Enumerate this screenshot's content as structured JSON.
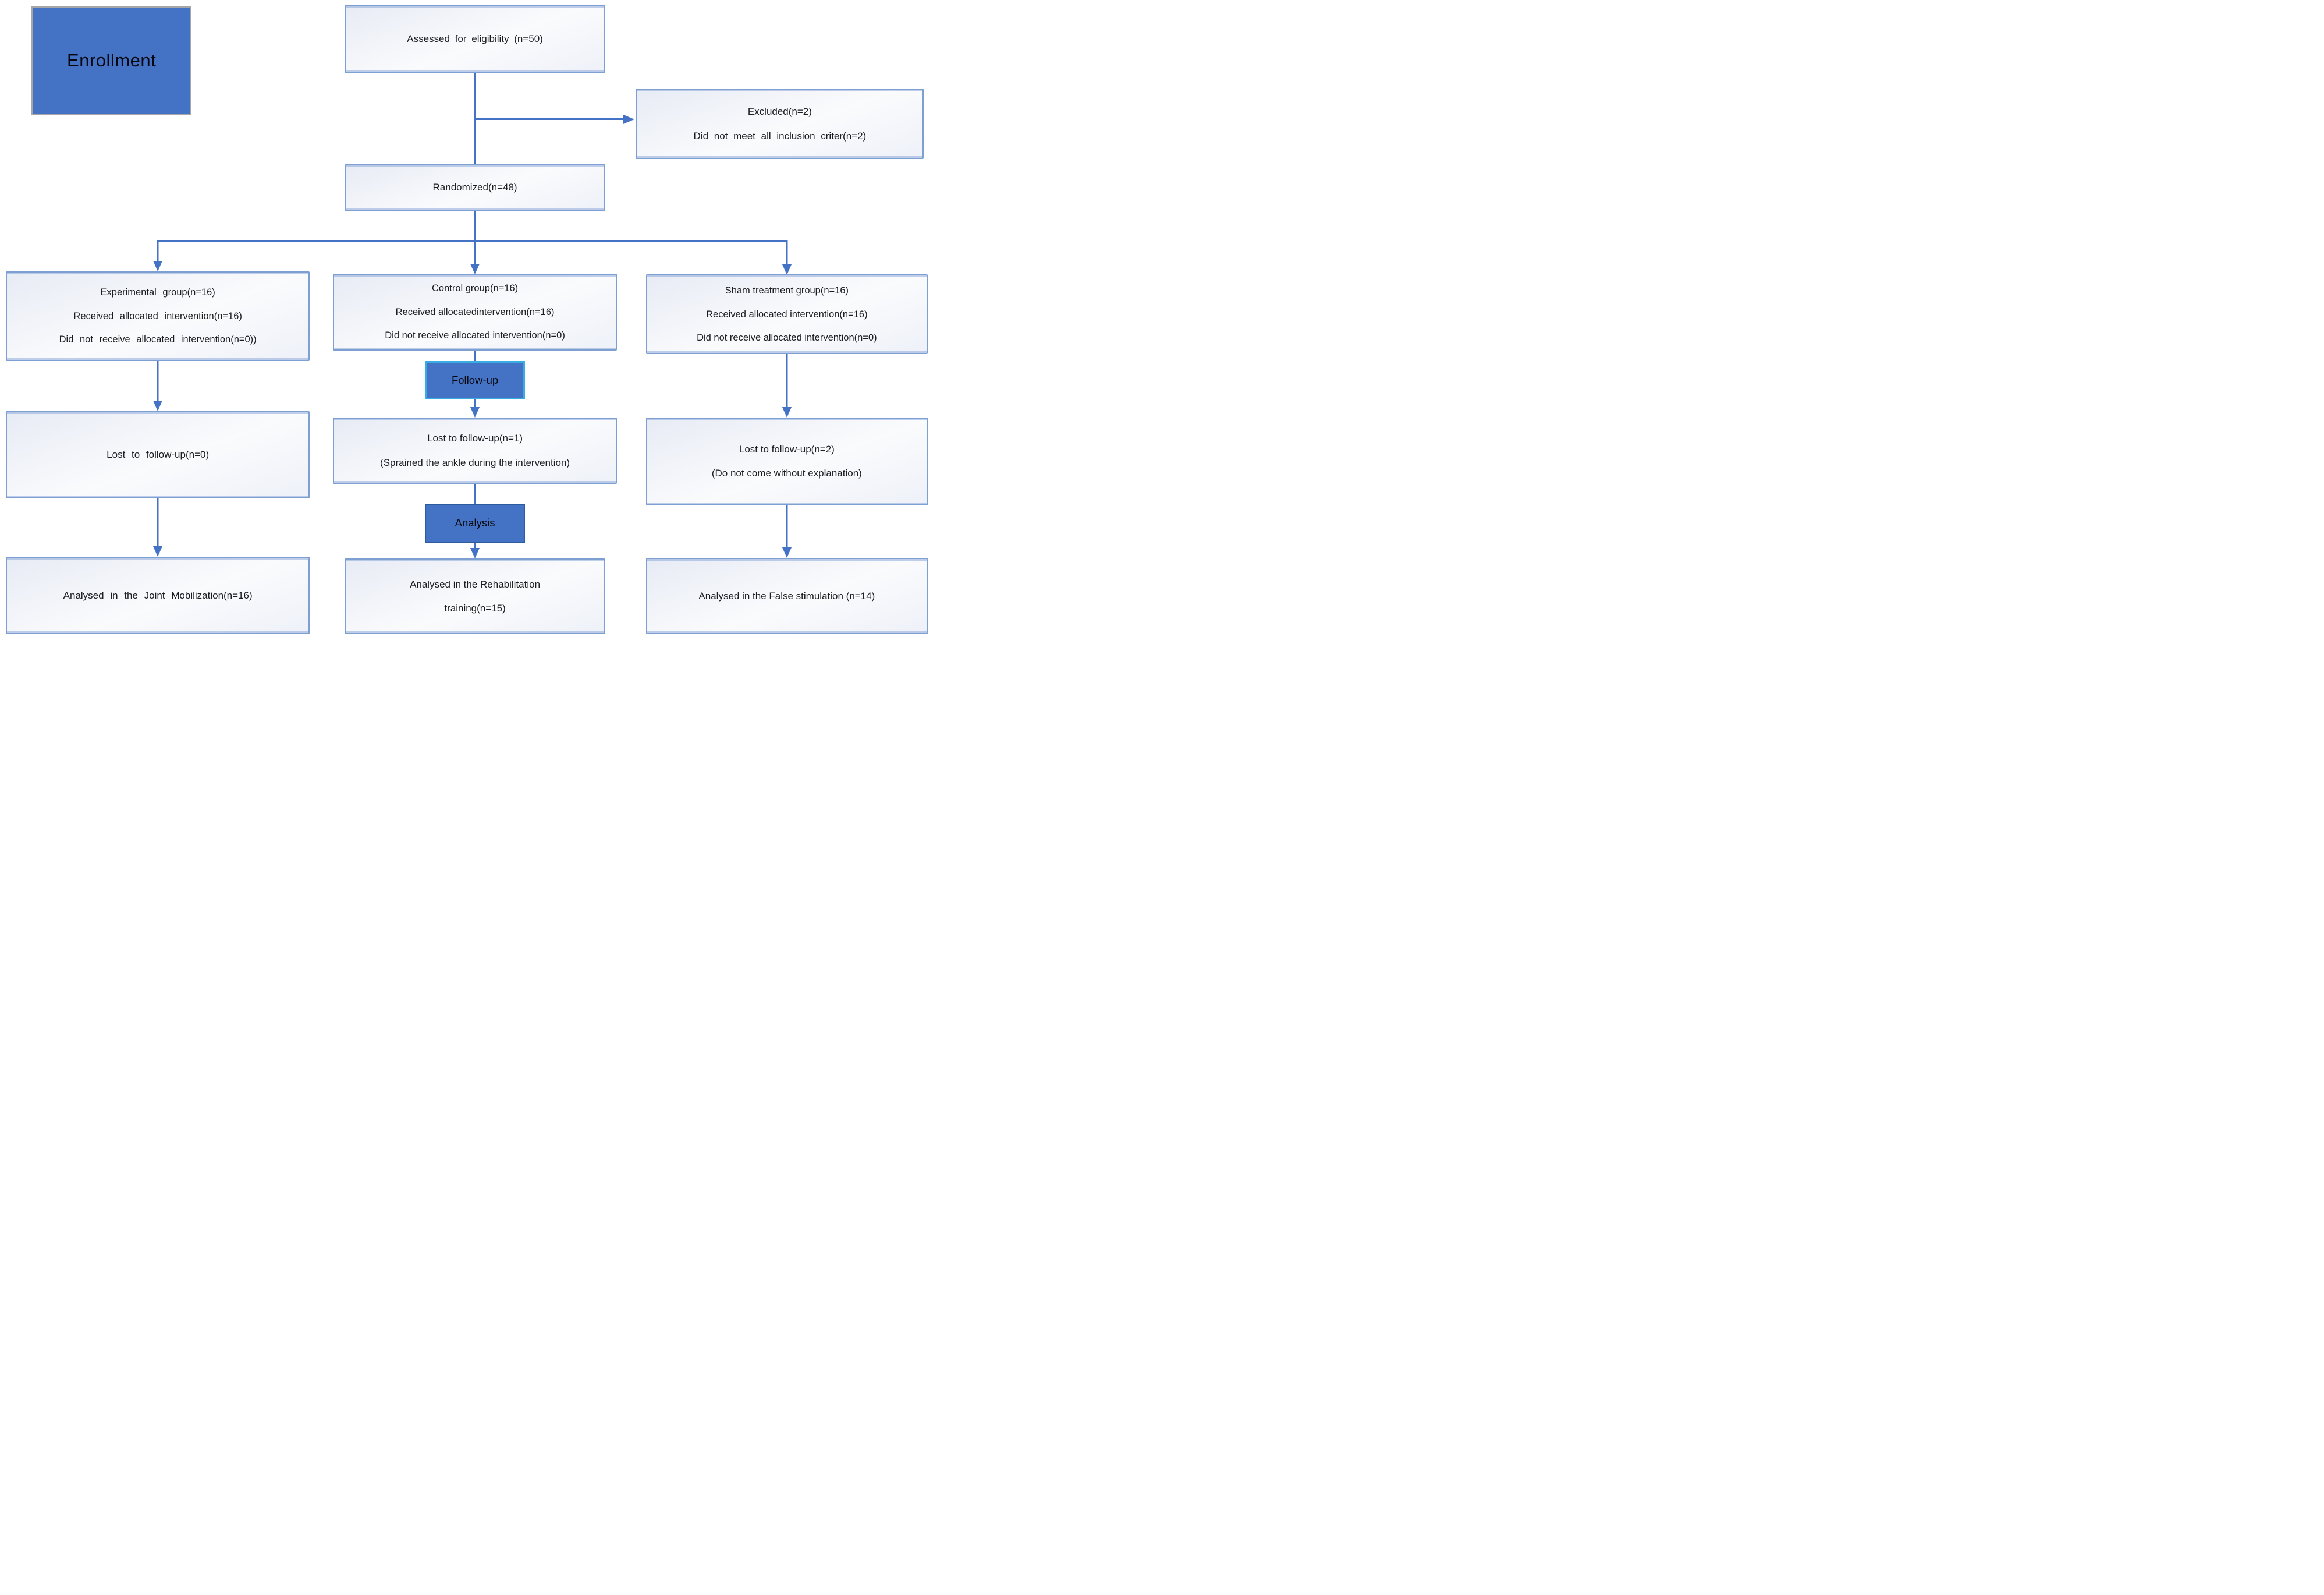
{
  "colors": {
    "accent_blue": "#4472C4",
    "line_blue": "#4472C4",
    "white_box_border": "#7E9FD2",
    "followup_border": "#38ADE3",
    "analysis_border": "#2E5A9E",
    "enrollment_border": "#A6A6A6"
  },
  "flow": {
    "enrollment_label": "Enrollment",
    "assessed": "Assessed for eligibility (n=50)",
    "excluded": [
      "Excluded(n=2)",
      "Did not meet all inclusion criter(n=2)"
    ],
    "randomized": "Randomized(n=48)",
    "groups": {
      "experimental": [
        "Experimental group(n=16)",
        "Received allocated intervention(n=16)",
        "Did not receive allocated intervention(n=0))"
      ],
      "control": [
        "Control group(n=16)",
        "Received allocatedintervention(n=16)",
        "Did not receive allocated intervention(n=0)"
      ],
      "sham": [
        "Sham treatment group(n=16)",
        "Received allocated intervention(n=16)",
        "Did not receive allocated intervention(n=0)"
      ]
    },
    "followup_label": "Follow-up",
    "lost": {
      "experimental": [
        "Lost to follow-up(n=0)"
      ],
      "control": [
        "Lost to follow-up(n=1)",
        "(Sprained the ankle during the intervention)"
      ],
      "sham": [
        "Lost to follow-up(n=2)",
        "(Do not come without explanation)"
      ]
    },
    "analysis_label": "Analysis",
    "analysed": {
      "experimental": [
        "Analysed in the Joint Mobilization(n=16)"
      ],
      "control": [
        "Analysed in the Rehabilitation",
        "training(n=15)"
      ],
      "sham": [
        "Analysed in the False stimulation (n=14)"
      ]
    }
  }
}
